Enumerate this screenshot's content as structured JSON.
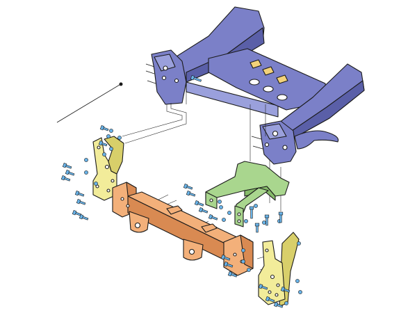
{
  "colors": {
    "frame": "#7b80c8",
    "frame_light": "#9aa0dc",
    "frame_dark": "#5a5fa8",
    "crossbar": "#f3b07a",
    "crossbar_dark": "#d98a52",
    "bracket": "#f2ec9a",
    "bracket_dark": "#d8cf6a",
    "support": "#a9d68e",
    "support_dark": "#86bb6a",
    "bolt": "#69b3e8",
    "nut": "#f3d27a",
    "outline": "#1a1a1a",
    "background": "#ffffff"
  },
  "parts": {
    "vehicle_frame": "vehicle-frame",
    "crossbar": "main-crossbar",
    "left_bracket": "left-mounting-bracket",
    "right_bracket": "right-mounting-bracket",
    "center_support": "center-support-arm",
    "wiring": "wire-lead"
  }
}
